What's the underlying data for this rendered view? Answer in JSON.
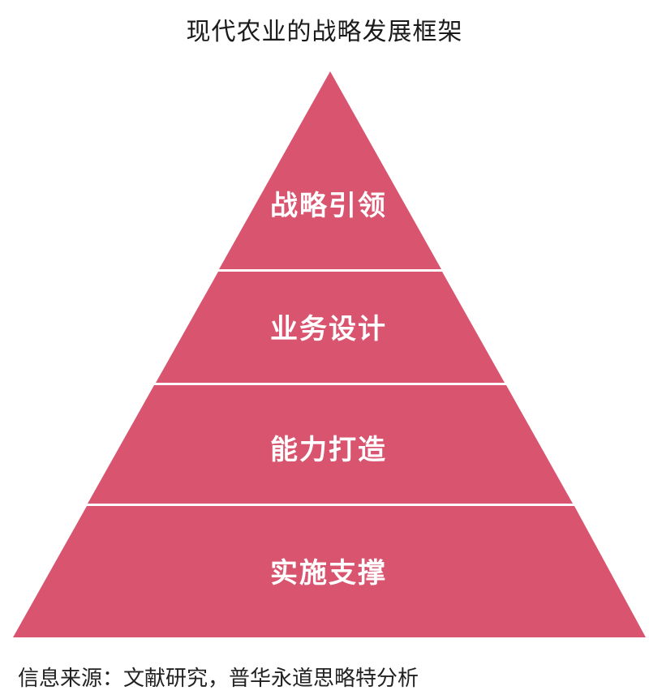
{
  "title": "现代农业的战略发展框架",
  "tiers": [
    {
      "label": "战略引领"
    },
    {
      "label": "业务设计"
    },
    {
      "label": "能力打造"
    },
    {
      "label": "实施支撑"
    }
  ],
  "source": "信息来源：文献研究，普华永道思略特分析",
  "colors": {
    "tier_fill": "#d9546f",
    "divider": "#ffffff"
  }
}
